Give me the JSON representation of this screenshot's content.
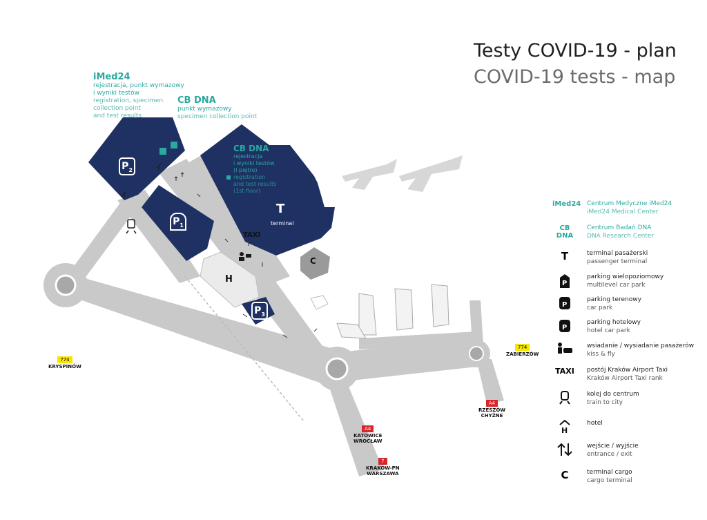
{
  "title": {
    "pl": "Testy COVID-19 - plan",
    "en": "COVID-19 tests - map"
  },
  "imed_callout": {
    "name": "iMed24",
    "pl_1": "rejestracja, punkt wymazowy",
    "pl_2": "i wyniki testów",
    "en_1": "registration, specimen",
    "en_2": "collection point",
    "en_3": "and test results"
  },
  "cbdna_callout": {
    "name": "CB DNA",
    "pl": "punkt wymazowy",
    "en": "specimen collection point"
  },
  "terminal_box": {
    "name": "CB DNA",
    "pl_1": "rejestracja",
    "pl_2": "i wyniki testów",
    "pl_3": "(I piętro)",
    "en_1": "registration",
    "en_2": "and test results",
    "en_3": "(1st floor)",
    "symbol": "T",
    "label": "terminal"
  },
  "map_labels": {
    "taxi": "TAXI",
    "cargo": "C",
    "hotel": "H",
    "p1": "P",
    "p1_sub": "1",
    "p2": "P",
    "p2_sub": "2",
    "p3": "P",
    "p3_sub": "3"
  },
  "road_signs": [
    {
      "code": "774",
      "place": "KRYSPINÓW",
      "color": "#f7e600"
    },
    {
      "code": "774",
      "place": "ZABIERZÓW",
      "color": "#f7e600"
    },
    {
      "code": "A4",
      "place_1": "RZESZÓW",
      "place_2": "CHYŻNE",
      "color": "#d9262b"
    },
    {
      "code": "A4",
      "place_1": "KATOWICE",
      "place_2": "WROCŁAW",
      "color": "#d9262b"
    },
    {
      "code": "7",
      "place_1": "KRAKÓW-PN",
      "place_2": "WARSZAWA",
      "color": "#d9262b"
    }
  ],
  "legend": [
    {
      "symbol": "iMed24",
      "icon": "imed24-text",
      "pl": "Centrum Medyczne iMed24",
      "en": "iMed24 Medical Center"
    },
    {
      "symbol": "CB DNA",
      "icon": "cbdna-text",
      "pl": "Centrum Badań DNA",
      "en": "DNA Research Center"
    },
    {
      "symbol": "T",
      "icon": "terminal-icon",
      "pl": "terminal pasażerski",
      "en": "passenger terminal"
    },
    {
      "symbol": "P1",
      "icon": "multilevel-parking-icon",
      "pl": "parking wielopoziomowy",
      "en": "multilevel car park"
    },
    {
      "symbol": "P2",
      "icon": "parking-icon",
      "pl": "parking terenowy",
      "en": "car park"
    },
    {
      "symbol": "P3",
      "icon": "hotel-parking-icon",
      "pl": "parking hotelowy",
      "en": "hotel car park"
    },
    {
      "symbol": "kiss&fly",
      "icon": "kiss-and-fly-icon",
      "pl": "wsiadanie / wysiadanie pasażerów",
      "en": "kiss & fly"
    },
    {
      "symbol": "TAXI",
      "icon": "taxi-text",
      "pl": "postój Kraków Airport Taxi",
      "en": "Kraków Airport Taxi rank"
    },
    {
      "symbol": "train",
      "icon": "train-icon",
      "pl": "kolej do centrum",
      "en": "train to city"
    },
    {
      "symbol": "H",
      "icon": "hotel-icon",
      "pl": "hotel",
      "en": ""
    },
    {
      "symbol": "arrows",
      "icon": "entrance-exit-icon",
      "pl": "wejście / wyjście",
      "en": "entrance / exit"
    },
    {
      "symbol": "C",
      "icon": "cargo-icon",
      "pl": "terminal cargo",
      "en": "cargo terminal"
    }
  ],
  "colors": {
    "navy": "#1e3162",
    "teal": "#2aa9a0",
    "road": "#c9c9c9",
    "plane": "#d7d7d7"
  }
}
